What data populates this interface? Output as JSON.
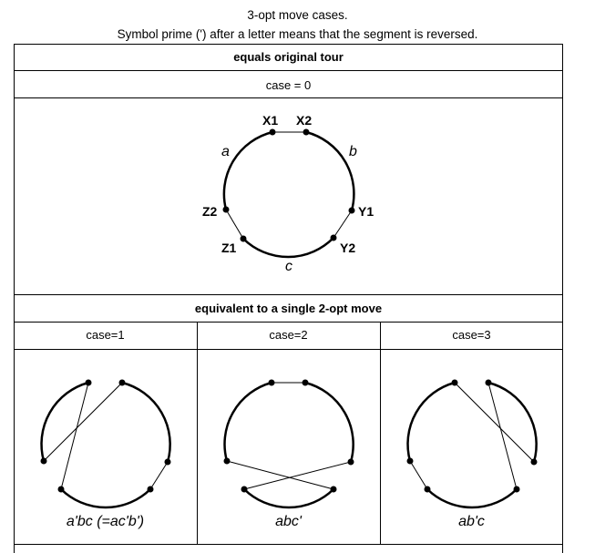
{
  "header": {
    "title": "3-opt move cases.",
    "subtitle": "Symbol prime (') after a letter means that the segment is reversed."
  },
  "sections": {
    "original": "equals original tour",
    "case0": "case = 0",
    "two_opt": "equivalent to a single 2-opt move"
  },
  "node_labels": {
    "x1": "X1",
    "x2": "X2",
    "y1": "Y1",
    "y2": "Y2",
    "z1": "Z1",
    "z2": "Z2"
  },
  "segment_labels": {
    "a": "a",
    "b": "b",
    "c": "c"
  },
  "cases": [
    {
      "header": "case=1",
      "caption": "a'bc (=ac'b')"
    },
    {
      "header": "case=2",
      "caption": "abc'"
    },
    {
      "header": "case=3",
      "caption": "ab'c"
    }
  ]
}
